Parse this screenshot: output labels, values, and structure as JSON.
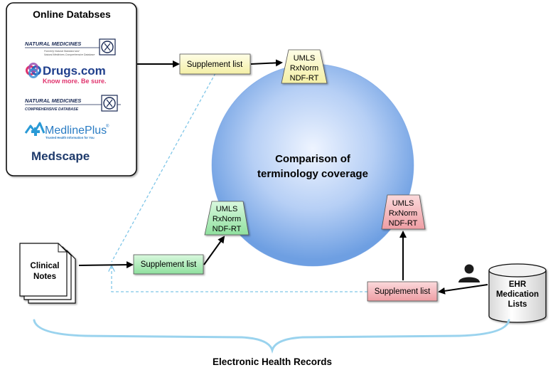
{
  "databases": {
    "title": "Online Databses",
    "logos": [
      {
        "name": "NATURAL MEDICINES",
        "sub1": "Formerly Natural Standard and",
        "sub2": "Natural Medicines Comprehensive Database"
      },
      {
        "name": "Drugs.com",
        "tagline": "Know more. Be sure."
      },
      {
        "name": "NATURAL MEDICINES",
        "sub": "COMPREHENSIVE DATABASE"
      },
      {
        "name": "MedlinePlus",
        "registered": "®",
        "tagline": "Trusted Health Information for You"
      },
      {
        "name": "Medscape"
      }
    ]
  },
  "supplement_lists": {
    "top": "Supplement list",
    "middle": "Supplement list",
    "bottom": "Supplement list"
  },
  "terminologies": {
    "top": [
      "UMLS",
      "RxNorm",
      "NDF-RT"
    ],
    "left": [
      "UMLS",
      "RxNorm",
      "NDF-RT"
    ],
    "right": [
      "UMLS",
      "RxNorm",
      "NDF-RT"
    ]
  },
  "center": {
    "line1": "Comparison of",
    "line2": "terminology coverage"
  },
  "clinical_notes": {
    "line1": "Clinical",
    "line2": "Notes"
  },
  "ehr": {
    "line1": "EHR",
    "line2": "Medication",
    "line3": "Lists"
  },
  "footer": "Electronic Health Records",
  "colors": {
    "yellow": "#fbf8bf",
    "green": "#a8ebb3",
    "pink": "#f5b4b8",
    "sphere_edge": "#7aa7e6",
    "sphere_center": "#e6f0ff",
    "dashed": "#7fc6e8",
    "brace": "#9ad3ee"
  }
}
